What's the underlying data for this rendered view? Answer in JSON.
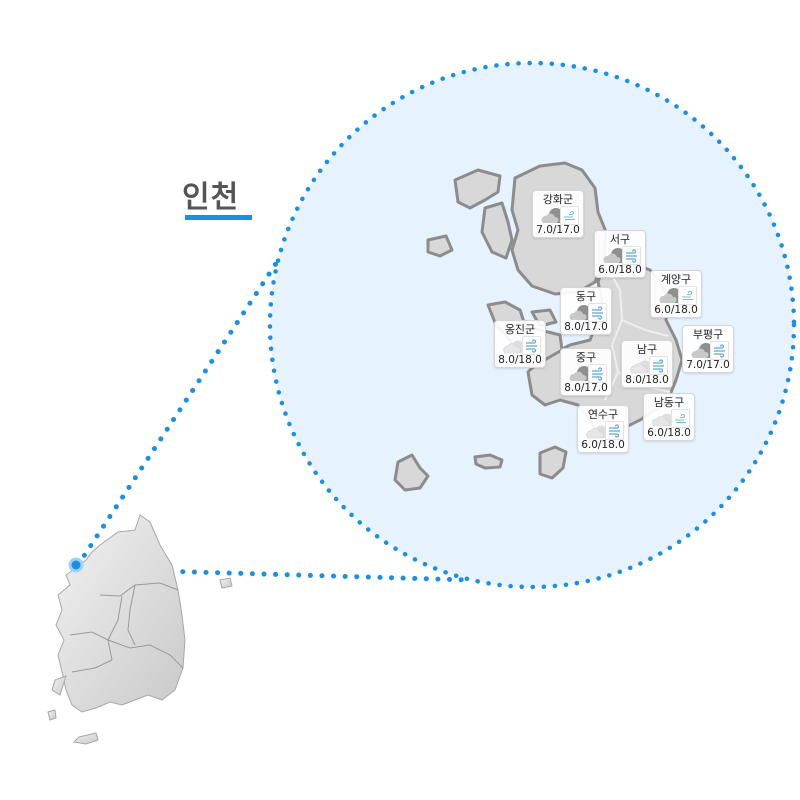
{
  "page": {
    "title": "인천",
    "accent_color": "#1a8fe3",
    "sea_color": "#e6f2fd",
    "land_color": "#d9d9d9"
  },
  "map": {
    "overview_region": "South Korea",
    "highlight_marker": "incheon-location-marker",
    "districts": [
      {
        "name": "강화군",
        "weather_icon": "cloudy-dark-icon",
        "wind_icon": "weak-wind-icon",
        "temp": "7.0/17.0"
      },
      {
        "name": "서구",
        "weather_icon": "cloudy-dark-icon",
        "wind_icon": "wind-icon",
        "temp": "6.0/18.0"
      },
      {
        "name": "계양구",
        "weather_icon": "cloudy-dark-icon",
        "wind_icon": "weak-wind-icon",
        "temp": "6.0/18.0"
      },
      {
        "name": "동구",
        "weather_icon": "cloudy-dark-icon",
        "wind_icon": "wind-icon",
        "temp": "8.0/17.0"
      },
      {
        "name": "옹진군",
        "weather_icon": "cloudy-light-icon",
        "wind_icon": "wind-icon",
        "temp": "8.0/18.0"
      },
      {
        "name": "부평구",
        "weather_icon": "cloudy-dark-icon",
        "wind_icon": "wind-icon",
        "temp": "7.0/17.0"
      },
      {
        "name": "남구",
        "weather_icon": "cloudy-light-icon",
        "wind_icon": "wind-icon",
        "temp": "8.0/18.0"
      },
      {
        "name": "중구",
        "weather_icon": "cloudy-dark-icon",
        "wind_icon": "wind-icon",
        "temp": "8.0/17.0"
      },
      {
        "name": "남동구",
        "weather_icon": "cloudy-light-icon",
        "wind_icon": "weak-wind-icon",
        "temp": "6.0/18.0"
      },
      {
        "name": "연수구",
        "weather_icon": "cloudy-light-icon",
        "wind_icon": "wind-icon",
        "temp": "6.0/18.0"
      }
    ]
  }
}
